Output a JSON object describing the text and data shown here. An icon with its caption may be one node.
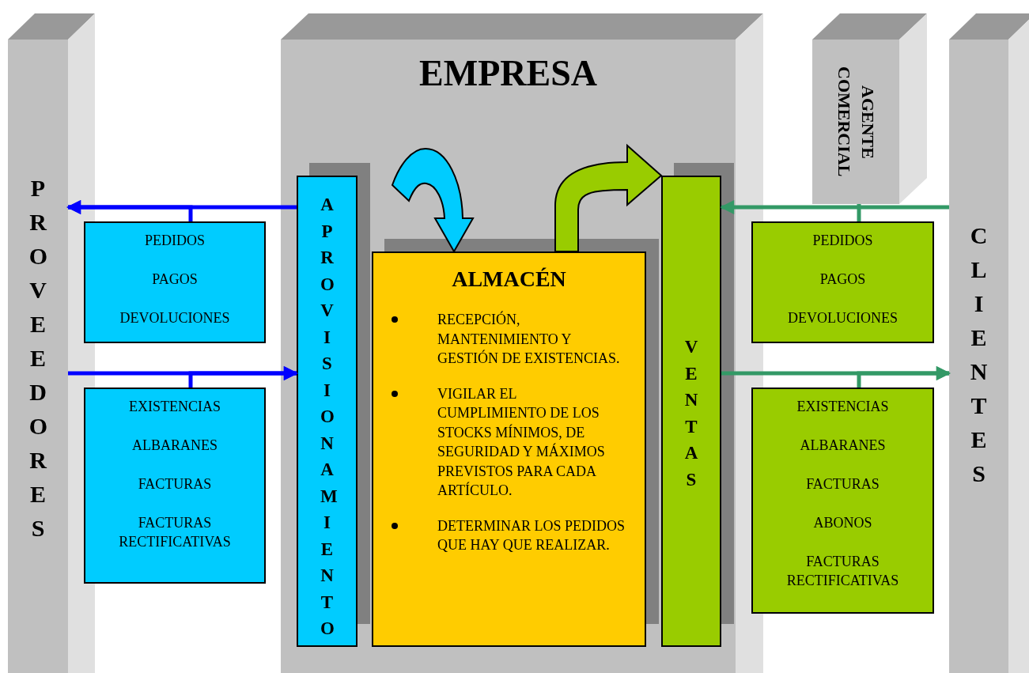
{
  "diagram": {
    "nodes": [
      {
        "text": [
          "PROVEEDORES"
        ]
      },
      {
        "text": [
          "EMPRESA"
        ]
      },
      {
        "text": [
          "APROVISIONAMIENTO"
        ],
        "in": 1
      },
      {
        "text": [
          "ALMACÉN",
          "RECEPCIÓN, MANTENIMIENTO Y GESTIÓN DE EXISTENCIAS.",
          "VIGILAR EL CUMPLIMIENTO DE LOS STOCKS MÍNIMOS, DE SEGURIDAD Y MÁXIMOS PREVISTOS PARA CADA ARTÍCULO.",
          "DETERMINAR LOS PEDIDOS QUE HAY QUE REALIZAR."
        ],
        "in": 1
      },
      {
        "text": [
          "VENTAS"
        ],
        "in": 1
      },
      {
        "text": [
          "AGENTE COMERCIAL"
        ]
      },
      {
        "text": [
          "CLIENTES"
        ]
      },
      {
        "text": [
          "PEDIDOS",
          "PAGOS",
          "DEVOLUCIONES"
        ]
      },
      {
        "text": [
          "EXISTENCIAS",
          "ALBARANES",
          "FACTURAS",
          "FACTURAS RECTIFICATIVAS"
        ]
      },
      {
        "text": [
          "PEDIDOS",
          "PAGOS",
          "DEVOLUCIONES"
        ]
      },
      {
        "text": [
          "EXISTENCIAS",
          "ALBARANES",
          "FACTURAS",
          "ABONOS",
          "FACTURAS RECTIFICATIVAS"
        ]
      }
    ],
    "edges": [
      {
        "from": 2,
        "to": 0,
        "arrow": "to",
        "color": "#0000ff"
      },
      {
        "from": 0,
        "to": 2,
        "arrow": "to",
        "color": "#0000ff"
      },
      {
        "from": 6,
        "to": 4,
        "arrow": "to",
        "color": "#339966"
      },
      {
        "from": 4,
        "to": 6,
        "arrow": "to",
        "color": "#339966"
      },
      {
        "from": null,
        "to": 3,
        "arrow": "to",
        "style": "thick",
        "color": "#00ccff"
      },
      {
        "from": 3,
        "to": 4,
        "arrow": "to",
        "style": "thick",
        "color": "#99cc00"
      },
      {
        "from": 7,
        "to": 0,
        "arrow": "to",
        "color": "#0000ff"
      },
      {
        "from": 8,
        "to": 2,
        "arrow": "to",
        "color": "#0000ff"
      },
      {
        "from": 5,
        "to": 9,
        "arrow": "none",
        "color": "#339966"
      },
      {
        "from": 10,
        "to": 6,
        "arrow": "to",
        "color": "#339966"
      }
    ]
  }
}
